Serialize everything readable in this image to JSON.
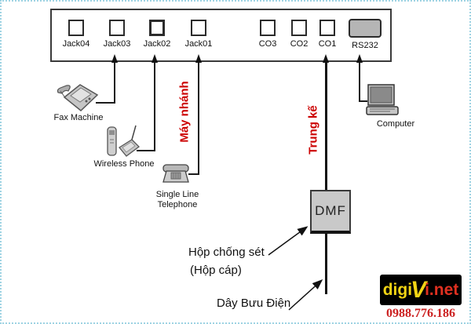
{
  "panel": {
    "ports": [
      {
        "label": "Jack04"
      },
      {
        "label": "Jack03"
      },
      {
        "label": "Jack02"
      },
      {
        "label": "Jack01"
      },
      {
        "label": "CO3"
      },
      {
        "label": "CO2"
      },
      {
        "label": "CO1"
      },
      {
        "label": "RS232"
      }
    ]
  },
  "devices": {
    "fax": {
      "label": "Fax Machine"
    },
    "wireless": {
      "label": "Wireless Phone"
    },
    "single_line": {
      "label_line1": "Single Line",
      "label_line2": "Telephone"
    },
    "computer": {
      "label": "Computer"
    }
  },
  "red_labels": {
    "extensions": "Máy nhánh",
    "trunk": "Trung kế"
  },
  "dmf": {
    "label": "DMF"
  },
  "annotations": {
    "surge_box_line1": "Hộp chống sét",
    "surge_box_line2": "(Hộp cáp)",
    "post_line": "Dây Bưu Điện"
  },
  "logo": {
    "digi": "digi",
    "v": "V",
    "i": "i",
    "net": ".net",
    "phone": "0988.776.186"
  },
  "colors": {
    "red_label": "#cc0000",
    "logo_yellow": "#f2d414",
    "logo_red": "#e03020",
    "frame_border": "#9ed3e3",
    "box_gray": "#c9c9c9"
  }
}
